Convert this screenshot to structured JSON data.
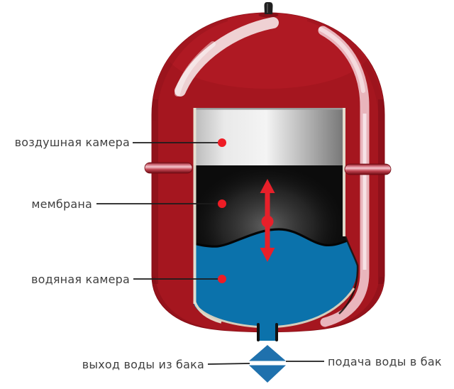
{
  "diagram": {
    "type": "expansion-tank-cutaway",
    "labels": [
      {
        "id": "air-chamber",
        "text": "воздушная камера"
      },
      {
        "id": "membrane",
        "text": "мембрана"
      },
      {
        "id": "water-chamber",
        "text": "водяная камера"
      },
      {
        "id": "water-outlet",
        "text": "выход воды из бака"
      },
      {
        "id": "water-supply",
        "text": "подача воды в бак"
      }
    ],
    "colors": {
      "tank_red": "#a5161f",
      "tank_red_dark": "#7e0d16",
      "highlight_pink": "#f1c6cd",
      "air_gray_light": "#f4f4f4",
      "air_gray_dark": "#6b6b6b",
      "membrane_black": "#0c0c0c",
      "water_blue": "#0b72ab",
      "valve_blue": "#1f71ad",
      "arrow_red": "#e7202a",
      "label_dot_red": "#ee1c25",
      "leader_line": "#1c1c1c",
      "label_text": "#3f3f3f",
      "background": "#ffffff"
    }
  }
}
